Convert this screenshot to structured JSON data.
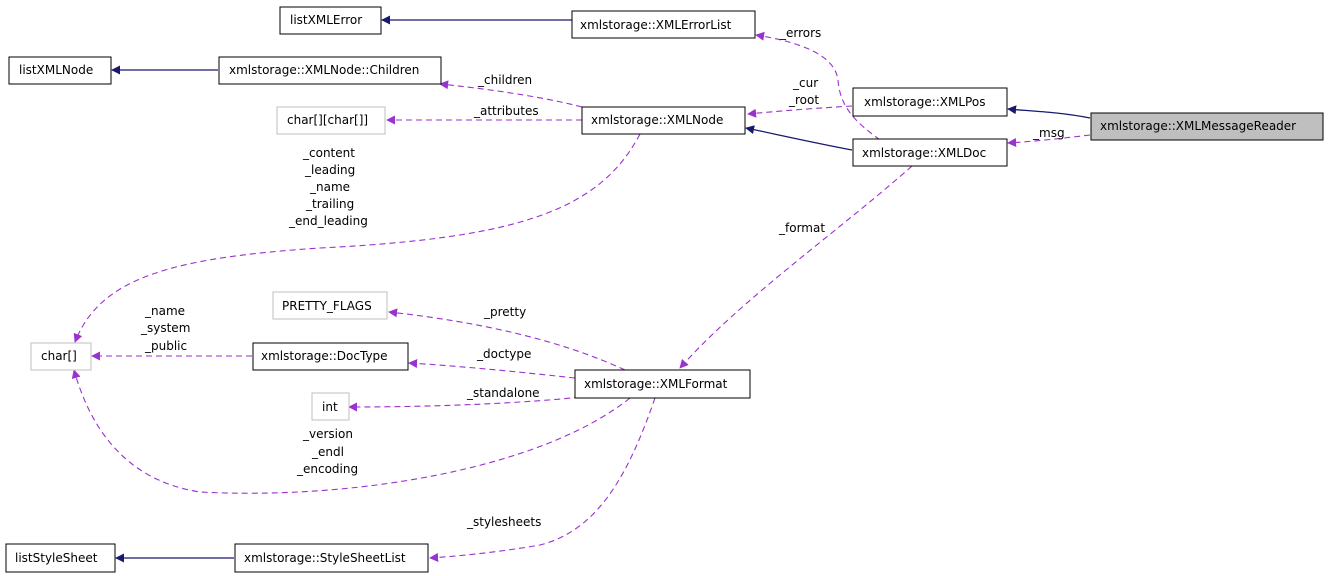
{
  "colors": {
    "inheritance_edge": "#191970",
    "usage_edge": "#9a32cd",
    "node_border": "#000000",
    "external_node_border": "#bfbfbf",
    "highlight_fill": "#bfbfbf"
  },
  "nodes": {
    "listXMLError": "listXMLError",
    "xmlErrorList": "xmlstorage::XMLErrorList",
    "listXMLNode": "listXMLNode",
    "xmlNodeChildren": "xmlstorage::XMLNode::Children",
    "xmlPos": "xmlstorage::XMLPos",
    "charArrMap": "char[][char[]]",
    "xmlNode": "xmlstorage::XMLNode",
    "xmlMessageReader": "xmlstorage::XMLMessageReader",
    "xmlDoc": "xmlstorage::XMLDoc",
    "prettyFlags": "PRETTY_FLAGS",
    "charArr": "char[]",
    "docType": "xmlstorage::DocType",
    "xmlFormat": "xmlstorage::XMLFormat",
    "int": "int",
    "listStyleSheet": "listStyleSheet",
    "styleSheetList": "xmlstorage::StyleSheetList"
  },
  "edge_labels": {
    "errors": "_errors",
    "children": "_children",
    "cur": "_cur",
    "root": "_root",
    "attributes": "_attributes",
    "msg": "_msg",
    "content": "_content",
    "leading": "_leading",
    "name1": "_name",
    "trailing": "_trailing",
    "end_leading": "_end_leading",
    "format": "_format",
    "name2": "_name",
    "system": "_system",
    "public": "_public",
    "pretty": "_pretty",
    "doctype": "_doctype",
    "standalone": "_standalone",
    "version": "_version",
    "endl": "_endl",
    "encoding": "_encoding",
    "stylesheets": "_stylesheets"
  }
}
